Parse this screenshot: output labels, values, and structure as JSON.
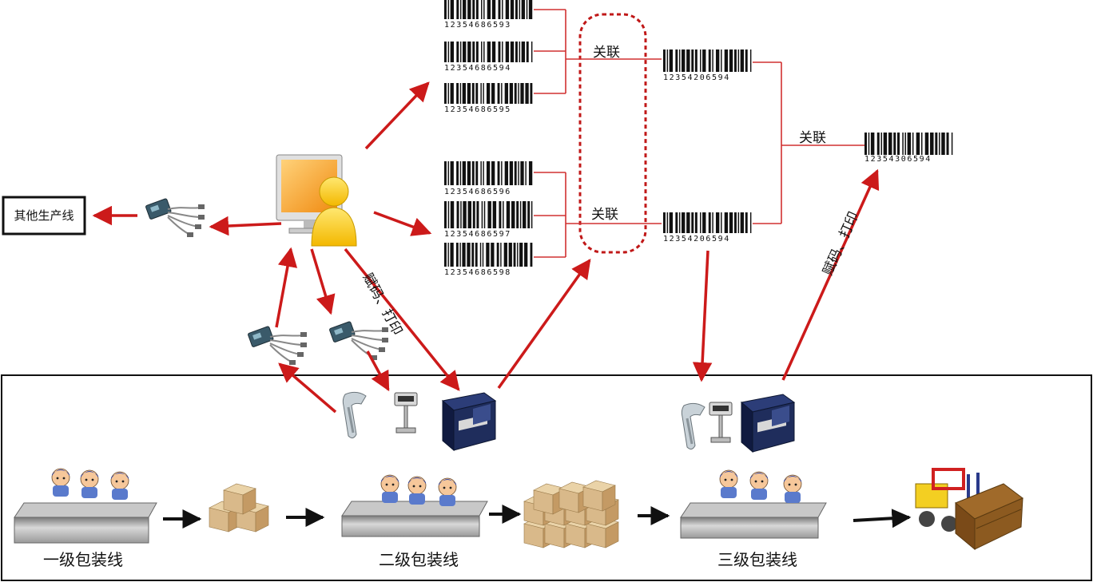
{
  "labels": {
    "other_lines": "其他生产线",
    "assign_print_left": "赋码、打印",
    "assign_print_right": "赋码、打印",
    "link_top": "关联",
    "link_bottom": "关联",
    "link_final": "关联",
    "line_level1": "一级包装线",
    "line_level2": "二级包装线",
    "line_level3": "三级包装线"
  },
  "barcodes": {
    "group_top": [
      "12354686593",
      "12354686594",
      "12354686595"
    ],
    "group_bottom": [
      "12354686596",
      "12354686597",
      "12354686598"
    ],
    "secondary_top": "12354206594",
    "secondary_bottom": "12354206594",
    "tertiary": "12354306594"
  },
  "colors": {
    "arrow_red": "#cc1a1a",
    "link_line": "#d03030",
    "printer_blue": "#1f2d5c",
    "box_tan": "#d9b98a",
    "belt_gray": "#8c8c8c"
  }
}
